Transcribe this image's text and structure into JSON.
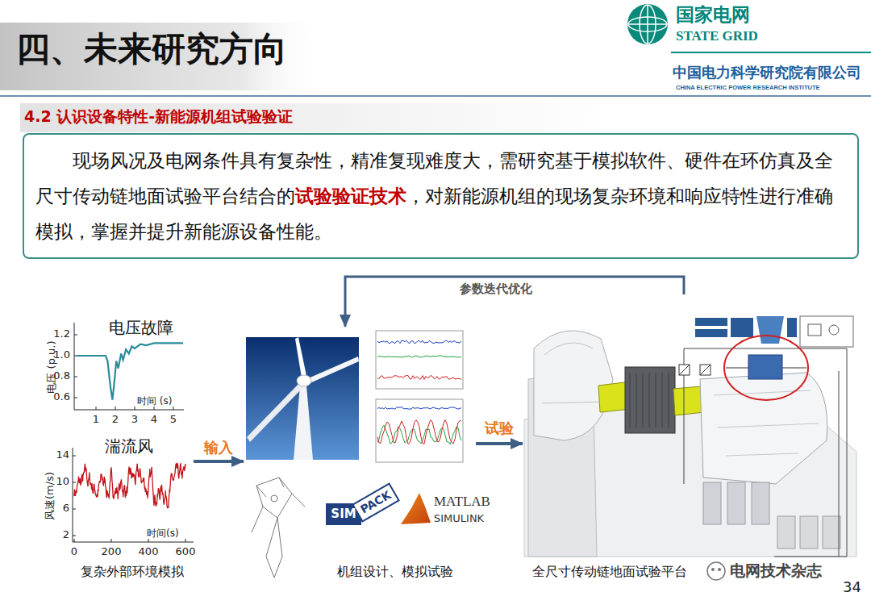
{
  "diagram": {
    "title": "四、未来研究方向",
    "nodes": [
      {
        "text": [
          "现场风况及电网条件具有复杂性，精准复现难度大，需研究基于模拟软件、硬件在环仿真及全尺寸传动链地面试验平台结合的",
          "试验验证技术",
          "，对新能源机组的现场复杂环境和响应特性进行准确模拟，掌握并提升新能源设备性能。"
        ]
      },
      {
        "text": [
          "复杂外部环境模拟"
        ]
      },
      {
        "text": [
          "电压故障"
        ],
        "in": 1
      },
      {
        "text": [
          "湍流风"
        ],
        "in": 1
      },
      {
        "text": [
          "机组设计、模拟试验"
        ]
      },
      {
        "text": [
          "全尺寸传动链地面试验平台"
        ]
      }
    ],
    "edges": [
      {
        "from": 1,
        "to": 4,
        "label": "输入",
        "arrow": "to"
      },
      {
        "from": 4,
        "to": 5,
        "label": "试验",
        "arrow": "to"
      },
      {
        "from": 5,
        "to": 4,
        "label": "参数迭代优化",
        "arrow": "to"
      }
    ],
    "labels": [
      "国家电网",
      "STATE GRID",
      "中国电力科学研究院有限公司",
      "CHINA ELECTRIC POWER RESEARCH INSTITUTE",
      "4.2 认识设备特性-新能源机组试验验证",
      "电压 (p.u.)",
      "1.2",
      "1.0",
      "0.8",
      "0.6",
      "时间 (s)",
      "1",
      "2",
      "3",
      "4",
      "5",
      "风速(m/s)",
      "14",
      "10",
      "6",
      "2",
      "时间(s)",
      "0",
      "200",
      "400",
      "600",
      "SIM",
      "PACK",
      "MATLAB",
      "SIMULINK",
      "电网技术杂志",
      "34"
    ]
  }
}
